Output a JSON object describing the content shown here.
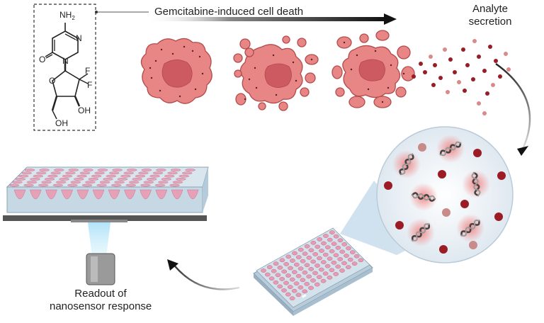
{
  "labels": {
    "gemcitabine": "Gemcitabine-induced cell death",
    "analyte_line1": "Analyte",
    "analyte_line2": "secretion",
    "readout_line1": "Readout of",
    "readout_line2": "nanosensor response"
  },
  "molecule": {
    "nh2": "NH",
    "nh2_sub": "2",
    "n1": "N",
    "n2": "N",
    "o1": "O",
    "o2": "O",
    "f1": "F",
    "f2": "F",
    "oh1": "OH",
    "oh2": "OH"
  },
  "colors": {
    "cell_fill": "#e87f7f",
    "cell_stroke": "#b54e4e",
    "nucleus": "#cf5b60",
    "analyte": "#9b1c24",
    "analyte_light": "#d98a8a",
    "plate": "#c9dbe7",
    "well": "#e7a3b6",
    "arrow": "#222222",
    "beam": "#8fd0f0"
  }
}
